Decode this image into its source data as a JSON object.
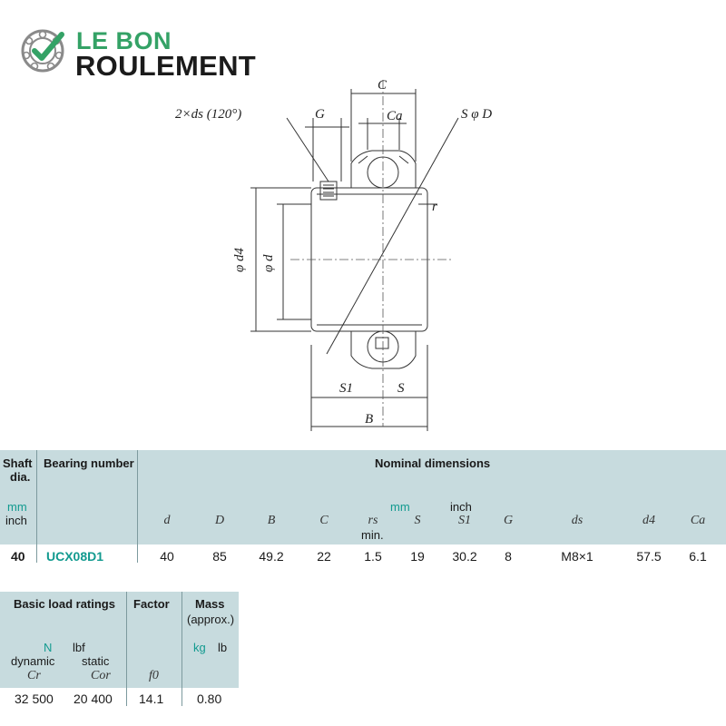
{
  "logo": {
    "line1": "LE BON",
    "line2": "ROULEMENT",
    "colors": {
      "green": "#34a266",
      "dark": "#1b1b1b",
      "ring": "#8a8a8a"
    },
    "icon": "bearing-check-icon"
  },
  "drawing": {
    "labels": {
      "holes": "2×ds (120°)",
      "C": "C",
      "G": "G",
      "Ca": "Ca",
      "SphiD": "S φ D",
      "r": "r",
      "phid4": "φ d4",
      "phid": "φ d",
      "S1": "S1",
      "S": "S",
      "B": "B"
    }
  },
  "table1": {
    "headers": {
      "shaft_line1": "Shaft",
      "shaft_line2": "dia.",
      "bearing_number": "Bearing number",
      "nominal": "Nominal dimensions",
      "unit_mm": "mm",
      "unit_inch": "inch",
      "unit_mm2": "mm",
      "unit_inch2": "inch",
      "min": "min."
    },
    "symbols": [
      "d",
      "D",
      "B",
      "C",
      "rs",
      "S",
      "S1",
      "G",
      "ds",
      "d4",
      "Ca"
    ],
    "row": {
      "shaft": "40",
      "bearing": "UCX08D1",
      "values": [
        "40",
        "85",
        "49.2",
        "22",
        "1.5",
        "19",
        "30.2",
        "8",
        "M8×1",
        "57.5",
        "6.1"
      ]
    }
  },
  "table2": {
    "headers": {
      "load": "Basic load ratings",
      "factor": "Factor",
      "mass_line1": "Mass",
      "mass_line2": "(approx.)",
      "unit_N": "N",
      "unit_lbf": "lbf",
      "unit_kg": "kg",
      "unit_lb": "lb",
      "dynamic": "dynamic",
      "static": "static",
      "Cr": "Cr",
      "Cor": "Cor",
      "f0": "f0"
    },
    "row": {
      "Cr": "32 500",
      "Cor": "20 400",
      "f0": "14.1",
      "mass": "0.80"
    }
  },
  "colors": {
    "band": "#c7dbde",
    "teal": "#129a8f"
  }
}
